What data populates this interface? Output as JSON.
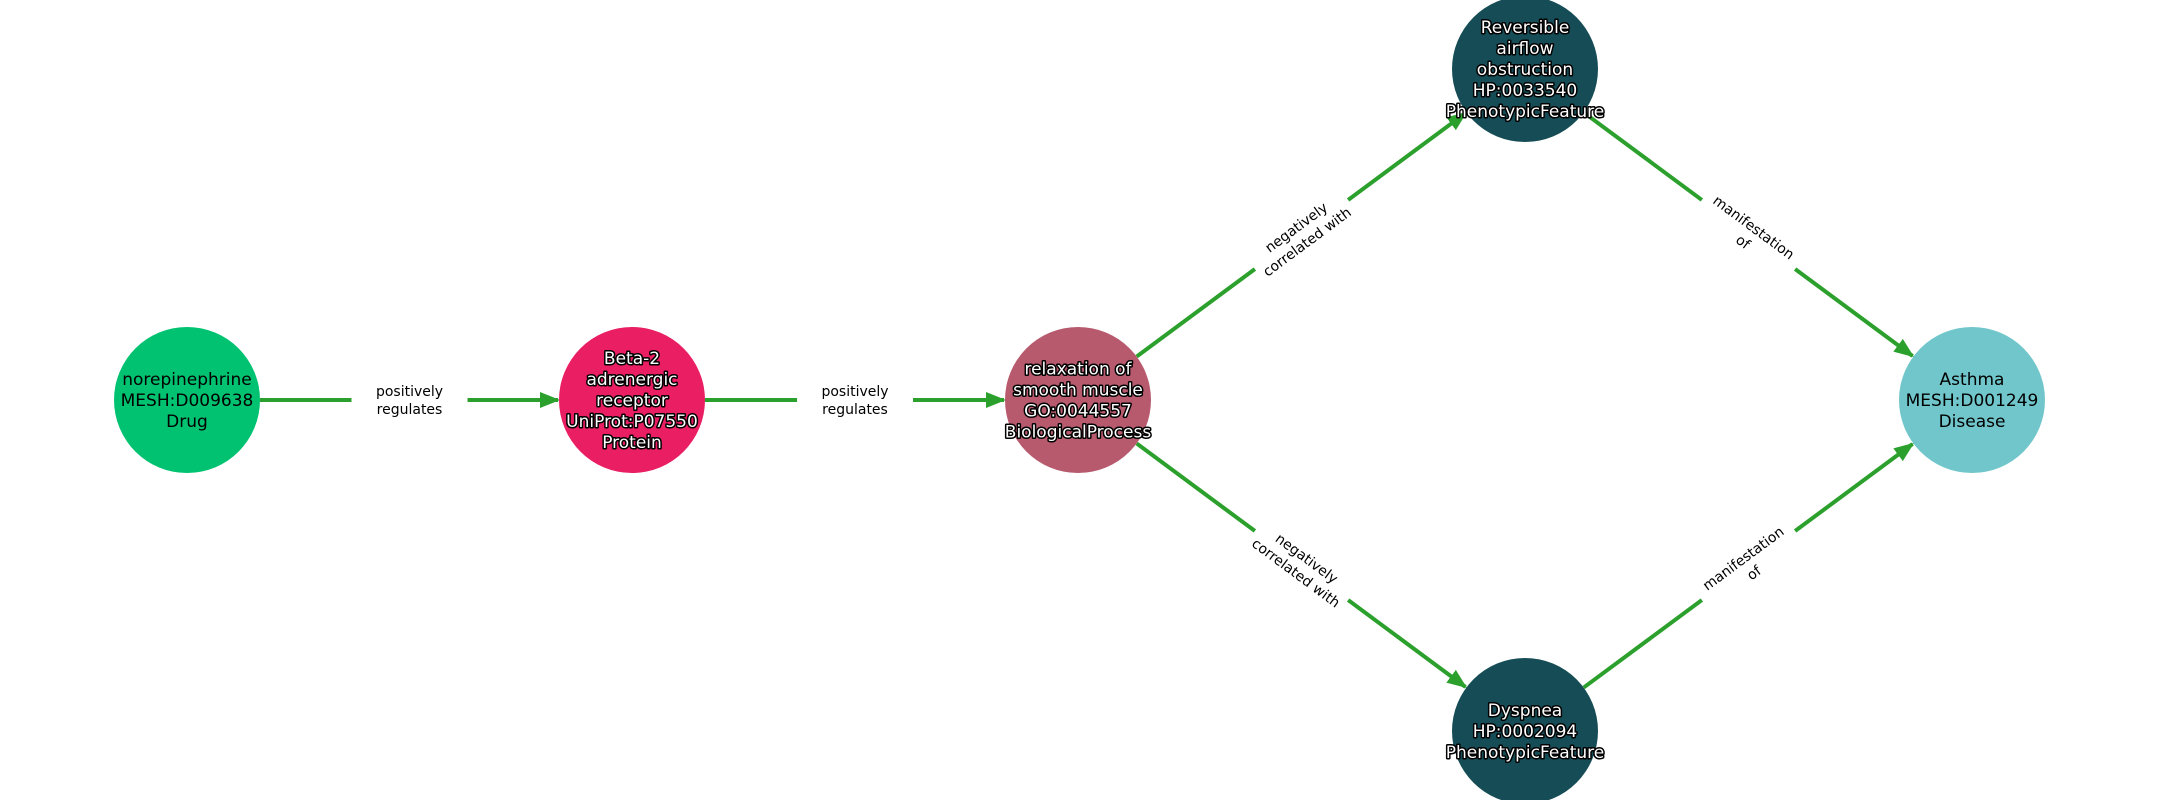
{
  "colors": {
    "edge": "#2ca02c",
    "Drug": "#00c270",
    "Protein": "#e91e63",
    "BiologicalProcess": "#b85a6e",
    "PhenotypicFeature": "#154c55",
    "Disease": "#71c6cb"
  },
  "nodes": [
    {
      "id": "norepinephrine",
      "lines": [
        "norepinephrine",
        "MESH:D009638",
        "Drug"
      ],
      "type": "Drug",
      "halo": false
    },
    {
      "id": "beta2",
      "lines": [
        "Beta-2",
        "adrenergic",
        "receptor",
        "UniProt:P07550",
        "Protein"
      ],
      "type": "Protein",
      "halo": true
    },
    {
      "id": "relaxation",
      "lines": [
        "relaxation of",
        "smooth muscle",
        "GO:0044557",
        "BiologicalProcess"
      ],
      "type": "BiologicalProcess",
      "halo": true
    },
    {
      "id": "reversible",
      "lines": [
        "Reversible",
        "airflow",
        "obstruction",
        "HP:0033540",
        "PhenotypicFeature"
      ],
      "type": "PhenotypicFeature",
      "halo": true
    },
    {
      "id": "dyspnea",
      "lines": [
        "Dyspnea",
        "HP:0002094",
        "PhenotypicFeature"
      ],
      "type": "PhenotypicFeature",
      "halo": true
    },
    {
      "id": "asthma",
      "lines": [
        "Asthma",
        "MESH:D001249",
        "Disease"
      ],
      "type": "Disease",
      "halo": false
    }
  ],
  "edges": [
    {
      "source": "norepinephrine",
      "target": "beta2",
      "lines": [
        "positively",
        "regulates"
      ]
    },
    {
      "source": "beta2",
      "target": "relaxation",
      "lines": [
        "positively",
        "regulates"
      ]
    },
    {
      "source": "relaxation",
      "target": "reversible",
      "lines": [
        "negatively",
        "correlated with"
      ]
    },
    {
      "source": "relaxation",
      "target": "dyspnea",
      "lines": [
        "negatively",
        "correlated with"
      ]
    },
    {
      "source": "reversible",
      "target": "asthma",
      "lines": [
        "manifestation",
        "of"
      ]
    },
    {
      "source": "dyspnea",
      "target": "asthma",
      "lines": [
        "manifestation",
        "of"
      ]
    }
  ]
}
